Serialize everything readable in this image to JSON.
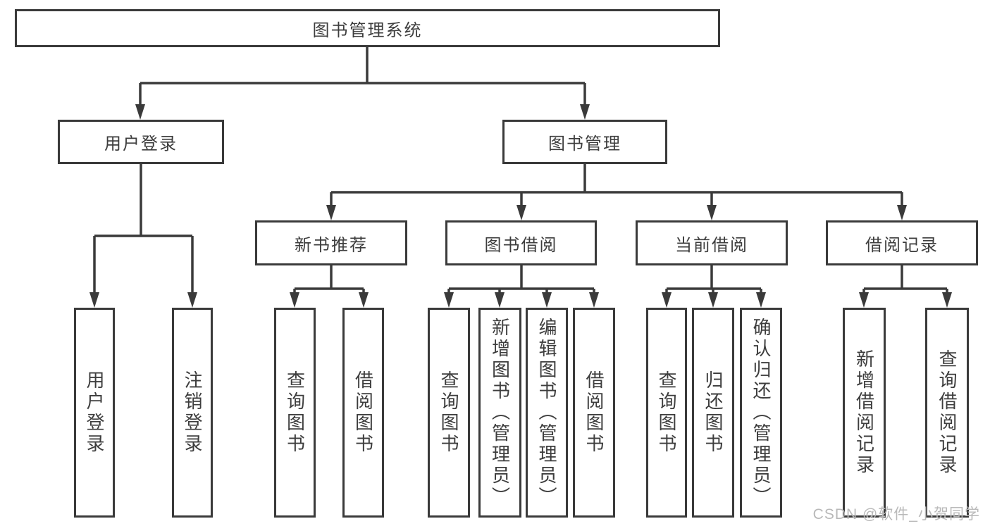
{
  "diagram": {
    "type": "hierarchy-tree",
    "title": "图书管理系统",
    "colors": {
      "line": "#3a3a3a",
      "text": "#3d3d3d",
      "box_background": "#ffffff",
      "watermark": "#b9b9b9"
    }
  },
  "tree": {
    "label": "图书管理系统",
    "children": [
      {
        "label": "用户登录",
        "children": [
          {
            "label": "用户登录"
          },
          {
            "label": "注销登录"
          }
        ]
      },
      {
        "label": "图书管理",
        "children": [
          {
            "label": "新书推荐",
            "children": [
              {
                "label": "查询图书"
              },
              {
                "label": "借阅图书"
              }
            ]
          },
          {
            "label": "图书借阅",
            "children": [
              {
                "label": "查询图书"
              },
              {
                "label": "新增图书（管理员）"
              },
              {
                "label": "编辑图书（管理员）"
              },
              {
                "label": "借阅图书"
              }
            ]
          },
          {
            "label": "当前借阅",
            "children": [
              {
                "label": "查询图书"
              },
              {
                "label": "归还图书"
              },
              {
                "label": "确认归还（管理员）"
              }
            ]
          },
          {
            "label": "借阅记录",
            "children": [
              {
                "label": "新增借阅记录"
              },
              {
                "label": "查询借阅记录"
              }
            ]
          }
        ]
      }
    ]
  },
  "watermark": {
    "text": "CSDN @软件_小贺同学"
  }
}
